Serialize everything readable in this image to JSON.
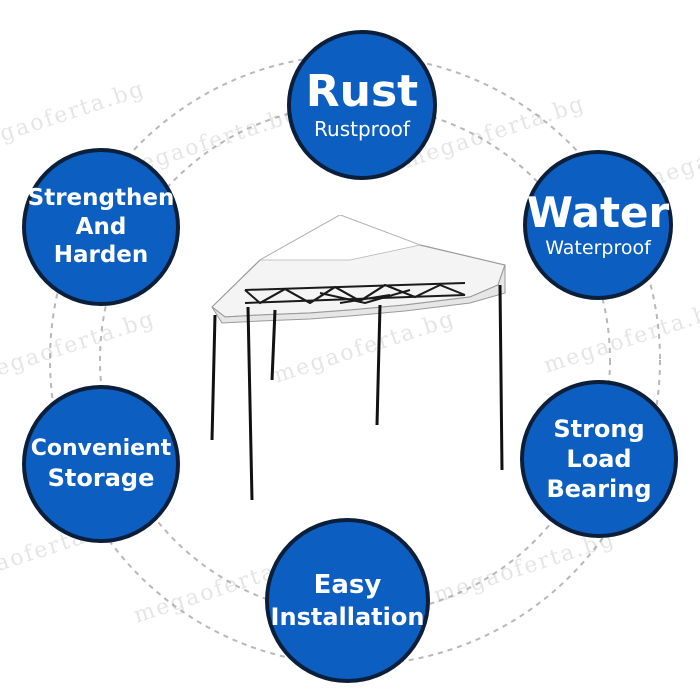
{
  "watermark_text": "megaoferta.bg",
  "badge_color": "#0c5fc0",
  "badge_border_color": "#0b1f3a",
  "badges": {
    "rust": {
      "title": "Rust",
      "subtitle": "Rustproof"
    },
    "water": {
      "title": "Water",
      "subtitle": "Waterproof"
    },
    "strengthen": {
      "line1": "Strengthen",
      "line2": "And",
      "line3": "Harden"
    },
    "storage": {
      "line1": "Convenient",
      "line2": "Storage"
    },
    "load": {
      "line1": "Strong",
      "line2": "Load",
      "line3": "Bearing"
    },
    "installation": {
      "line1": "Easy",
      "line2": "Installation"
    }
  },
  "product_image": "white-pop-up-canopy-tent"
}
